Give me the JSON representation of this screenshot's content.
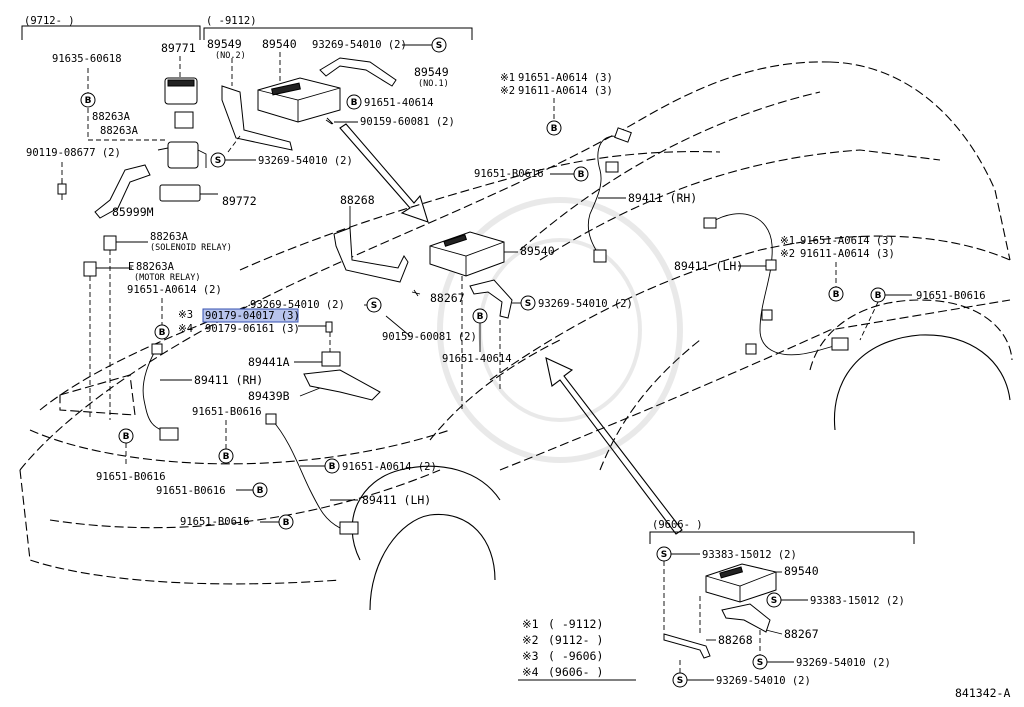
{
  "diagram_code": "841342-A",
  "top_left_group": {
    "range": "(9712-     )",
    "parts": [
      "91635-60618",
      "89771",
      "88263A",
      "88263A",
      "90119-08677 (2)",
      "85999M",
      "89772"
    ]
  },
  "top_middle_group": {
    "range": "(     -9112)",
    "parts": [
      "89549",
      "(NO.2)",
      "89540",
      "93269-54010 (2)",
      "89549",
      "(NO.1)",
      "91651-40614",
      "90159-60081 (2)",
      "93269-54010 (2)"
    ]
  },
  "relays": {
    "solenoid_code": "88263A",
    "solenoid_name": "(SOLENOID RELAY)",
    "motor_code": "88263A",
    "motor_name": "(MOTOR RELAY)",
    "motor_prefix": "E"
  },
  "left_parts": {
    "bolt_a0614": "91651-A0614 (2)",
    "note3_mark": "※3",
    "note3_part": "90179-04017 (3)",
    "note4_mark": "※4",
    "note4_part": "90179-06161 (3)",
    "p89441a": "89441A",
    "p89439b": "89439B",
    "p89411_rh": "89411 (RH)",
    "b0616_a": "91651-B0616",
    "b0616_b": "91651-B0616",
    "b0616_c": "91651-B0616",
    "b0616_d": "91651-B0616",
    "a0614_2": "91651-A0614 (2)",
    "p89411_lh": "89411 (LH)"
  },
  "center_parts": {
    "p88268": "88268",
    "p89540": "89540",
    "p88267": "88267",
    "s54010_a": "93269-54010 (2)",
    "s54010_b": "93269-54010 (2)",
    "p60081": "90159-60081 (2)",
    "p40614": "91651-40614"
  },
  "rh_sensor": {
    "n1": "※1",
    "n1_part": "91651-A0614 (3)",
    "n2": "※2",
    "n2_part": "91611-A0614 (3)",
    "b0616": "91651-B0616",
    "p89411": "89411 (RH)"
  },
  "lh_rear_sensor": {
    "n1": "※1",
    "n1_part": "91651-A0614 (3)",
    "n2": "※2",
    "n2_part": "91611-A0614 (3)",
    "p89411": "89411 (LH)",
    "b0616": "91651-B0616"
  },
  "bottom_right_group": {
    "range": "(9606-     )",
    "parts": [
      "93383-15012 (2)",
      "89540",
      "93383-15012 (2)",
      "88267",
      "88268",
      "93269-54010 (2)",
      "93269-54010 (2)"
    ]
  },
  "legend": [
    {
      "mark": "※1",
      "range": "(     -9112)"
    },
    {
      "mark": "※2",
      "range": "(9112-     )"
    },
    {
      "mark": "※3",
      "range": "(     -9606)"
    },
    {
      "mark": "※4",
      "range": "(9606-     )"
    }
  ],
  "symbols": {
    "bolt": "B",
    "screw": "S"
  },
  "colors": {
    "highlight": "#b8c4ec",
    "line": "#000000"
  }
}
